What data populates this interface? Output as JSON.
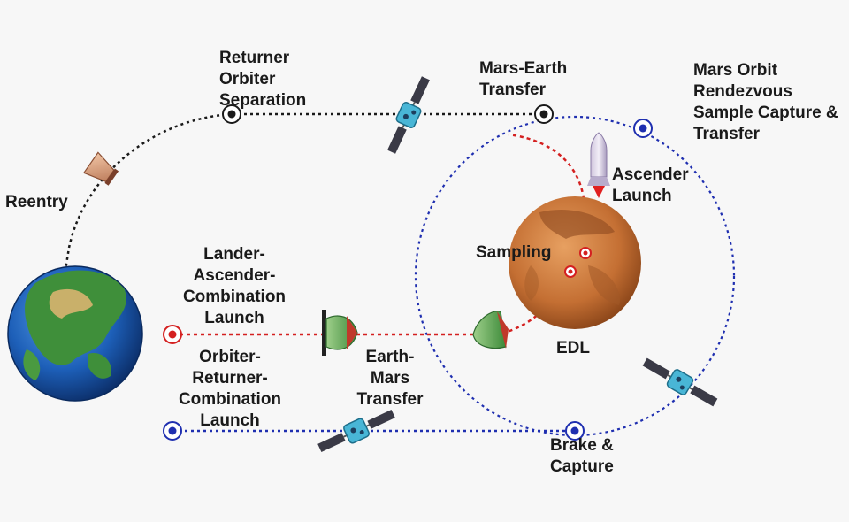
{
  "labels": {
    "returner_orbiter_separation": "Returner\nOrbiter\nSeparation",
    "mars_earth_transfer": "Mars-Earth\nTransfer",
    "mars_orbit_rendezvous": "Mars Orbit\nRendezvous\nSample Capture &\nTransfer",
    "reentry": "Reentry",
    "ascender_launch": "Ascender\nLaunch",
    "sampling": "Sampling",
    "lander_ascender_launch": "Lander-\nAscender-\nCombination\nLaunch",
    "edl": "EDL",
    "orbiter_returner_launch": "Orbiter-\nReturner-\nCombination\nLaunch",
    "earth_mars_transfer": "Earth-\nMars\nTransfer",
    "brake_capture": "Brake &\nCapture"
  },
  "colors": {
    "red_path": "#d42020",
    "blue_path": "#1f2fb0",
    "black_path": "#1a1a1a",
    "mars": "#c9773a",
    "earth_ocean": "#1d5fb8",
    "earth_land": "#3f8f3a"
  },
  "icons": {
    "earth": "earth-globe-icon",
    "mars": "mars-planet-icon",
    "spacecraft": "satellite-icon",
    "capsule": "reentry-capsule-icon",
    "lander": "lander-capsule-icon",
    "rocket": "ascender-rocket-icon"
  }
}
